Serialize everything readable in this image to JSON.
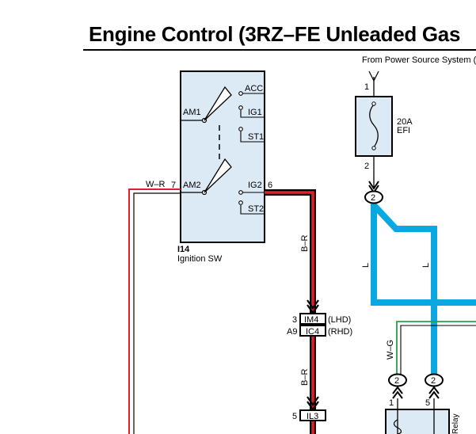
{
  "title": "Engine Control (3RZ–FE Unleaded Gas",
  "power_source_label": "From Power Source System (S",
  "colors": {
    "wire_red": "#e0202e",
    "wire_blue": "#0aa8e0",
    "wire_green": "#2aa04a",
    "component_fill": "#dceaf6",
    "line": "#000000"
  },
  "ignition_switch": {
    "ref": "I14",
    "name": "Ignition SW",
    "terminals": {
      "acc": "ACC",
      "am1": "AM1",
      "ig1": "IG1",
      "st1": "ST1",
      "am2": "AM2",
      "ig2": "IG2",
      "st2": "ST2"
    },
    "pin_am2": "7",
    "pin_ig2": "6"
  },
  "fuse": {
    "rating": "20A",
    "name": "EFI",
    "pin_top": "1",
    "pin_bottom": "2"
  },
  "wires": {
    "w_r": "W–R",
    "b_r_1": "B–R",
    "b_r_2": "B–R",
    "l_1": "L",
    "l_2": "L",
    "w_g": "W–G"
  },
  "connectors": {
    "im4": {
      "pin": "3",
      "name": "IM4",
      "note": "(LHD)"
    },
    "ic4": {
      "pin": "A9",
      "name": "IC4",
      "note": "(RHD)"
    },
    "il3": {
      "pin": "5",
      "name": "IL3"
    },
    "junction_fuse": "2",
    "junction_left": "2",
    "junction_right": "2",
    "relay_pin_left": "1",
    "relay_pin_right": "5"
  },
  "relay_label_partial": "Relay"
}
